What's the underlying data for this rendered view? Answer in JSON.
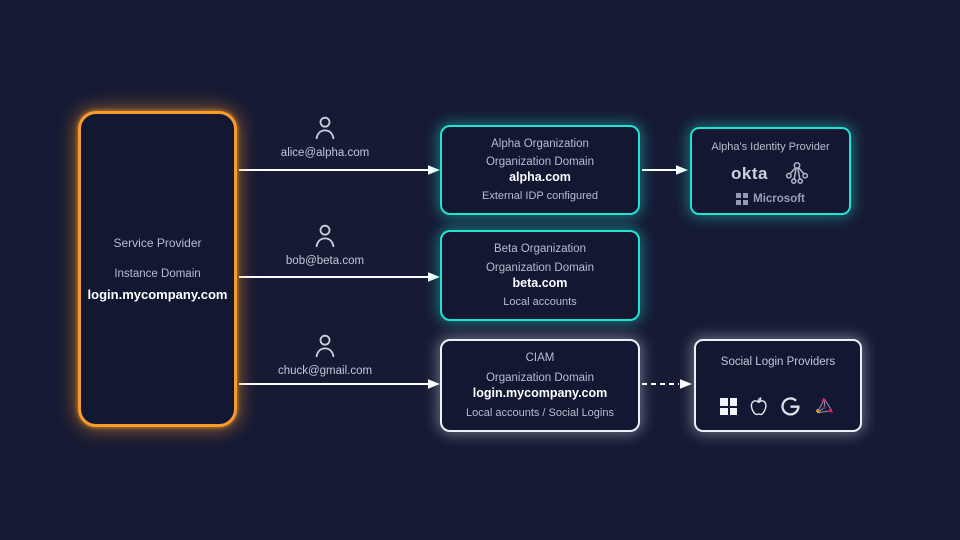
{
  "service_provider": {
    "title": "Service Provider",
    "subtitle": "Instance Domain",
    "domain": "login.mycompany.com"
  },
  "users": [
    {
      "email": "alice@alpha.com"
    },
    {
      "email": "bob@beta.com"
    },
    {
      "email": "chuck@gmail.com"
    }
  ],
  "organizations": [
    {
      "name": "Alpha Organization",
      "domain_label": "Organization Domain",
      "domain": "alpha.com",
      "note": "External IDP configured"
    },
    {
      "name": "Beta Organization",
      "domain_label": "Organization Domain",
      "domain": "beta.com",
      "note": "Local accounts"
    },
    {
      "name": "CIAM",
      "domain_label": "Organization Domain",
      "domain": "login.mycompany.com",
      "note": "Local accounts / Social Logins"
    }
  ],
  "alpha_idp": {
    "title": "Alpha's Identity Provider",
    "okta_label": "okta",
    "microsoft_label": "Microsoft",
    "icons": [
      "okta-logo",
      "directory-tree-icon",
      "microsoft-logo"
    ]
  },
  "social_providers": {
    "title": "Social Login Providers",
    "icons": [
      "windows-icon",
      "apple-icon",
      "google-icon",
      "social-network-icon"
    ]
  },
  "colors": {
    "background": "#161a34",
    "service_provider_border": "#f89b2a",
    "org_border_teal": "#23e2d1",
    "neutral_border": "#edeff6",
    "arrow": "#ffffff",
    "text_muted": "#b7bccd",
    "text_strong": "#ffffff"
  }
}
